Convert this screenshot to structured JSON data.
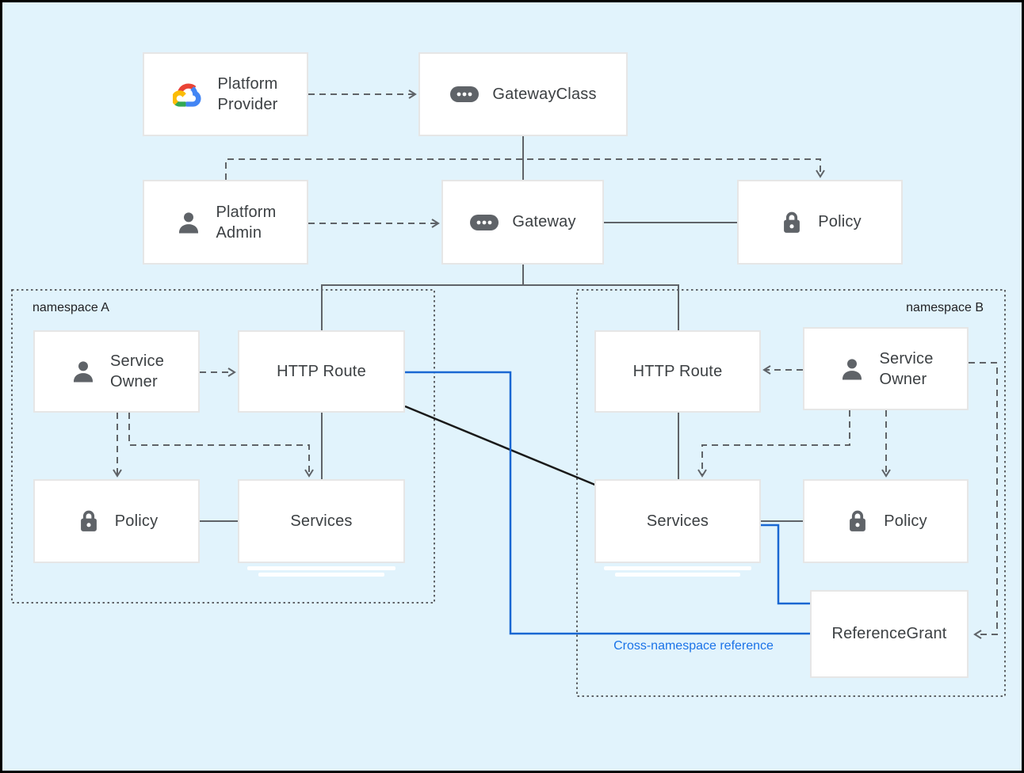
{
  "colors": {
    "background": "#e1f3fc",
    "frame": "#000000",
    "box_border": "#e6e6e6",
    "text": "#3c4043",
    "connector_gray": "#5f6368",
    "connector_black": "#1a1a1a",
    "connector_blue": "#1967d2",
    "annotation_blue": "#1a73e8",
    "icon_gray": "#5f6368",
    "google_cloud_logo": [
      "#EA4335",
      "#4285F4",
      "#34A853",
      "#FBBC05"
    ]
  },
  "nodes": {
    "platform_provider": {
      "lines": [
        "Platform",
        "Provider"
      ],
      "icon": "google-cloud-icon"
    },
    "gateway_class": {
      "label": "GatewayClass",
      "icon": "ellipsis-chip-icon"
    },
    "platform_admin": {
      "lines": [
        "Platform",
        "Admin"
      ],
      "icon": "person-icon"
    },
    "gateway": {
      "label": "Gateway",
      "icon": "ellipsis-chip-icon"
    },
    "policy_top": {
      "label": "Policy",
      "icon": "lock-icon"
    },
    "service_owner_a": {
      "lines": [
        "Service",
        "Owner"
      ],
      "icon": "person-icon"
    },
    "http_route_a": {
      "label": "HTTP Route"
    },
    "policy_a": {
      "label": "Policy",
      "icon": "lock-icon"
    },
    "services_a": {
      "label": "Services"
    },
    "http_route_b": {
      "label": "HTTP Route"
    },
    "service_owner_b": {
      "lines": [
        "Service",
        "Owner"
      ],
      "icon": "person-icon"
    },
    "services_b": {
      "label": "Services"
    },
    "policy_b": {
      "label": "Policy",
      "icon": "lock-icon"
    },
    "reference_grant": {
      "label": "ReferenceGrant"
    }
  },
  "groups": {
    "namespace_a": {
      "label": "namespace A"
    },
    "namespace_b": {
      "label": "namespace B"
    }
  },
  "annotations": {
    "cross_namespace": {
      "label": "Cross-namespace reference"
    }
  },
  "edges": [
    {
      "from": "platform_provider",
      "to": "gateway_class",
      "style": "dashed-arrow"
    },
    {
      "from": "gateway_class",
      "to": "gateway",
      "style": "solid"
    },
    {
      "from": "platform_admin",
      "to": "gateway",
      "style": "dashed-arrow"
    },
    {
      "from": "platform_admin",
      "to": "policy_top",
      "style": "dashed-arrow"
    },
    {
      "from": "gateway",
      "to": "policy_top",
      "style": "solid"
    },
    {
      "from": "gateway",
      "to": "http_route_a",
      "style": "solid"
    },
    {
      "from": "gateway",
      "to": "http_route_b",
      "style": "solid"
    },
    {
      "from": "http_route_a",
      "to": "services_a",
      "style": "solid"
    },
    {
      "from": "http_route_b",
      "to": "services_b",
      "style": "solid"
    },
    {
      "from": "service_owner_a",
      "to": "http_route_a",
      "style": "dashed-arrow"
    },
    {
      "from": "service_owner_a",
      "to": "policy_a",
      "style": "dashed-arrow"
    },
    {
      "from": "service_owner_a",
      "to": "services_a",
      "style": "dashed-arrow"
    },
    {
      "from": "policy_a",
      "to": "services_a",
      "style": "solid"
    },
    {
      "from": "service_owner_b",
      "to": "http_route_b",
      "style": "dashed-arrow"
    },
    {
      "from": "service_owner_b",
      "to": "services_b",
      "style": "dashed-arrow"
    },
    {
      "from": "service_owner_b",
      "to": "policy_b",
      "style": "dashed-arrow"
    },
    {
      "from": "services_b",
      "to": "policy_b",
      "style": "solid"
    },
    {
      "from": "service_owner_b",
      "to": "reference_grant",
      "style": "dashed-arrow"
    },
    {
      "from": "http_route_a",
      "to": "services_b",
      "style": "solid-black"
    },
    {
      "from": "http_route_a",
      "to": "reference_grant",
      "style": "blue",
      "label": "Cross-namespace reference"
    },
    {
      "from": "services_b",
      "to": "reference_grant",
      "style": "blue"
    }
  ]
}
